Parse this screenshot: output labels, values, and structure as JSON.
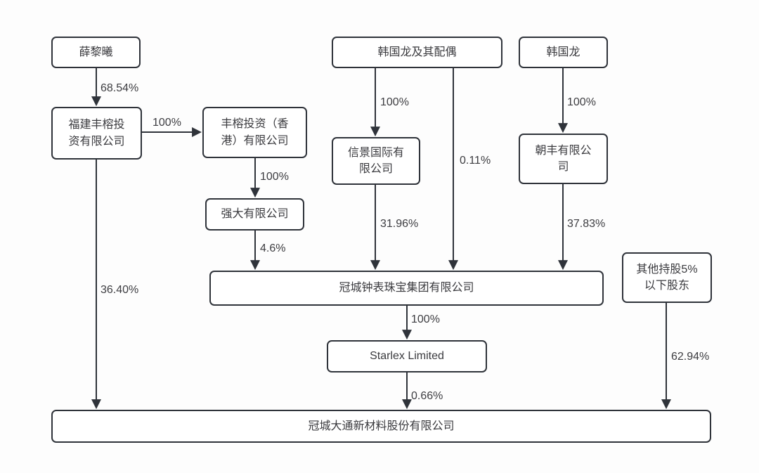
{
  "diagram": {
    "title": "shareholding-structure",
    "colors": {
      "background": "#fdfdfd",
      "line": "#2f333a",
      "box_border": "#2f333a",
      "text": "#3a3a3e"
    },
    "nodes": {
      "xue_lixi": {
        "label": "薛黎曦"
      },
      "fujian_fengrong": {
        "label": "福建丰榕投\n资有限公司"
      },
      "fengrong_hk": {
        "label": "丰榕投资（香\n港）有限公司"
      },
      "qiangda": {
        "label": "强大有限公司"
      },
      "han_spouse": {
        "label": "韩国龙及其配偶"
      },
      "xinjing": {
        "label": "信景国际有\n限公司"
      },
      "han_guolong": {
        "label": "韩国龙"
      },
      "chaofeng": {
        "label": "朝丰有限公\n司"
      },
      "guancheng_watch": {
        "label": "冠城钟表珠宝集团有限公司"
      },
      "starlex": {
        "label": "Starlex Limited"
      },
      "other_holders": {
        "label": "其他持股5%\n以下股东"
      },
      "guancheng_datong": {
        "label": "冠城大通新材料股份有限公司"
      }
    },
    "edges": {
      "xue_to_fujian": {
        "label": "68.54%"
      },
      "fujian_to_hk": {
        "label": "100%"
      },
      "hk_to_qiangda": {
        "label": "100%"
      },
      "qiangda_to_watch": {
        "label": "4.6%"
      },
      "spouse_to_xinjing": {
        "label": "100%"
      },
      "spouse_to_watch": {
        "label": "0.11%"
      },
      "xinjing_to_watch": {
        "label": "31.96%"
      },
      "han_to_chaofeng": {
        "label": "100%"
      },
      "chaofeng_to_watch": {
        "label": "37.83%"
      },
      "fujian_to_datong": {
        "label": "36.40%"
      },
      "watch_to_starlex": {
        "label": "100%"
      },
      "starlex_to_datong": {
        "label": "0.66%"
      },
      "others_to_datong": {
        "label": "62.94%"
      }
    }
  }
}
